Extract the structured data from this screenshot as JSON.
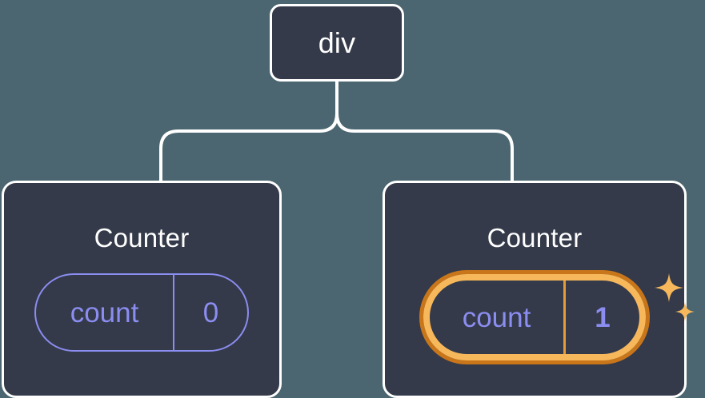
{
  "diagram": {
    "type": "component-tree",
    "background_color": "#4b6670",
    "node_fill_color": "#343a4a",
    "node_border_color": "#ffffff",
    "state_color": "#8b8df0",
    "highlight_outer_color": "#c9761a",
    "highlight_inner_color": "#f7b85c",
    "connector_color": "#ffffff"
  },
  "root": {
    "label": "div"
  },
  "children": [
    {
      "title": "Counter",
      "state": {
        "key": "count",
        "value": "0",
        "highlighted": false
      }
    },
    {
      "title": "Counter",
      "state": {
        "key": "count",
        "value": "1",
        "highlighted": true
      },
      "sparkle_count": 2
    }
  ]
}
